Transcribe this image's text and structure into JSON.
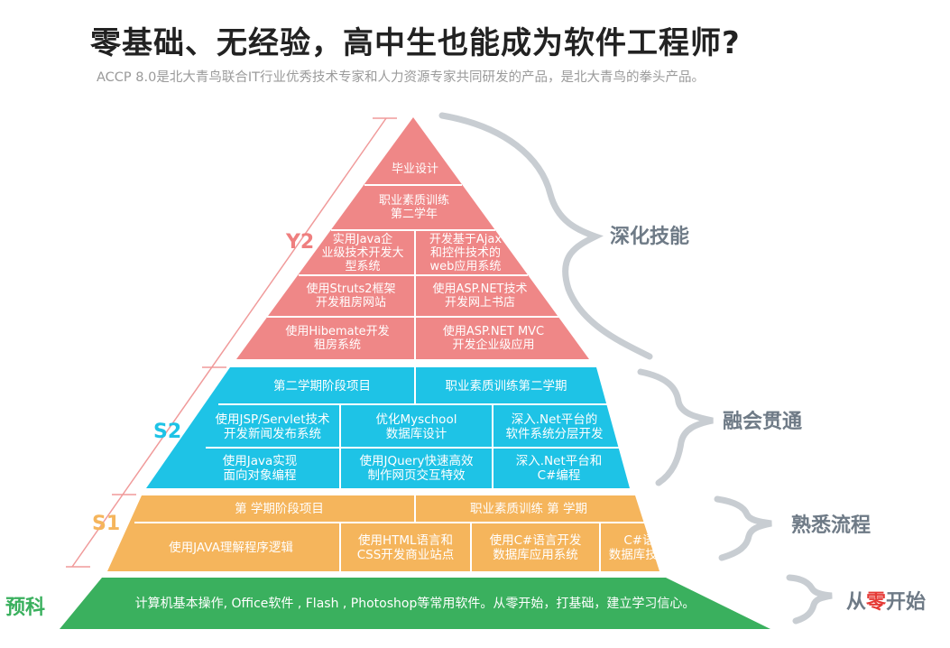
{
  "header": {
    "title": "零基础、无经验，高中生也能成为软件工程师?",
    "subtitle": "ACCP 8.0是北大青鸟联合IT行业优秀技术专家和人力资源专家共同研发的产品，是北大青鸟的拳头产品。"
  },
  "colors": {
    "y2": "#ef8787",
    "s2": "#1ec3e6",
    "s1": "#f5b55c",
    "prep": "#3ab05e",
    "zero_accent": "#e53935"
  },
  "pyramid": {
    "y2": {
      "label": "Y2",
      "cells": [
        "毕业设计",
        "职业素质训练\n第二学年",
        "实用Java企\n业级技术开发大\n型系统",
        "开发基于Ajax\n和控件技术的\nweb应用系统",
        "使用Struts2框架\n开发租房网站",
        "使用ASP.NET技术\n开发网上书店",
        "使用Hibemate开发\n租房系统",
        "使用ASP.NET MVC\n开发企业级应用"
      ]
    },
    "s2": {
      "label": "S2",
      "cells": [
        "第二学期阶段项目",
        "职业素质训练第二学期",
        "使用JSP/Servlet技术\n开发新闻发布系统",
        "优化Myschool\n数据库设计",
        "深入.Net平台的\n软件系统分层开发",
        "使用Java实现\n面向对象编程",
        "使用JQuery快速高效\n制作网页交互特效",
        "深入.Net平台和\nC#编程"
      ]
    },
    "s1": {
      "label": "S1",
      "cells": [
        "第    学期阶段项目",
        "职业素质训练  第    学期",
        "使用JAVA理解程序逻辑",
        "使用HTML语言和\nCSS开发商业站点",
        "使用C#语言开发\n数据库应用系统",
        "C#语言和\n数据库技术基础"
      ]
    },
    "prep": {
      "label": "预科",
      "text": "计算机基本操作, Office软件 , Flash , Photoshop等常用软件。从零开始，打基础，建立学习信心。"
    }
  },
  "skills": {
    "deepen": "深化技能",
    "integrate": "融会贯通",
    "familiar": "熟悉流程",
    "zero_prefix": "从",
    "zero_char": "零",
    "zero_suffix": "开始"
  }
}
